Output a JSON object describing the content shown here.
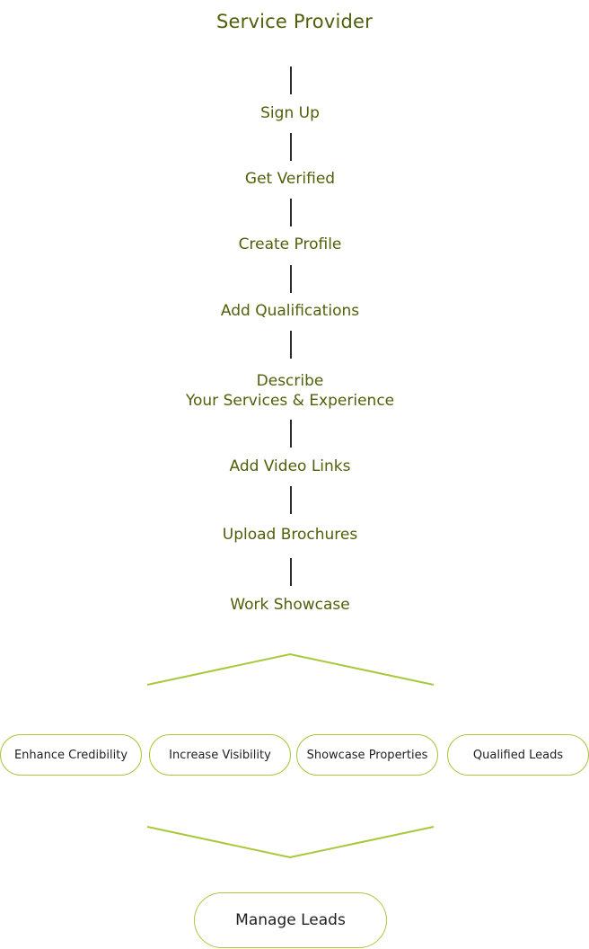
{
  "title": "Service Provider",
  "steps": [
    {
      "label": "Sign Up"
    },
    {
      "label": "Get Verified"
    },
    {
      "label": "Create Profile"
    },
    {
      "label": "Add Qualifications"
    },
    {
      "label_line1": "Describe",
      "label_line2": "Your Services & Experience"
    },
    {
      "label": "Add Video Links"
    },
    {
      "label": "Upload Brochures"
    },
    {
      "label": "Work Showcase"
    }
  ],
  "benefits": [
    {
      "label": "Enhance Credibility"
    },
    {
      "label": "Increase Visibility"
    },
    {
      "label": "Showcase Properties"
    },
    {
      "label": "Qualified Leads"
    }
  ],
  "outcome": {
    "label": "Manage Leads"
  },
  "colors": {
    "heading_text": "#4f600a",
    "connector": "#2a2a2a",
    "accent_green": "#a7c93b",
    "pill_text": "#1f1f1f"
  }
}
